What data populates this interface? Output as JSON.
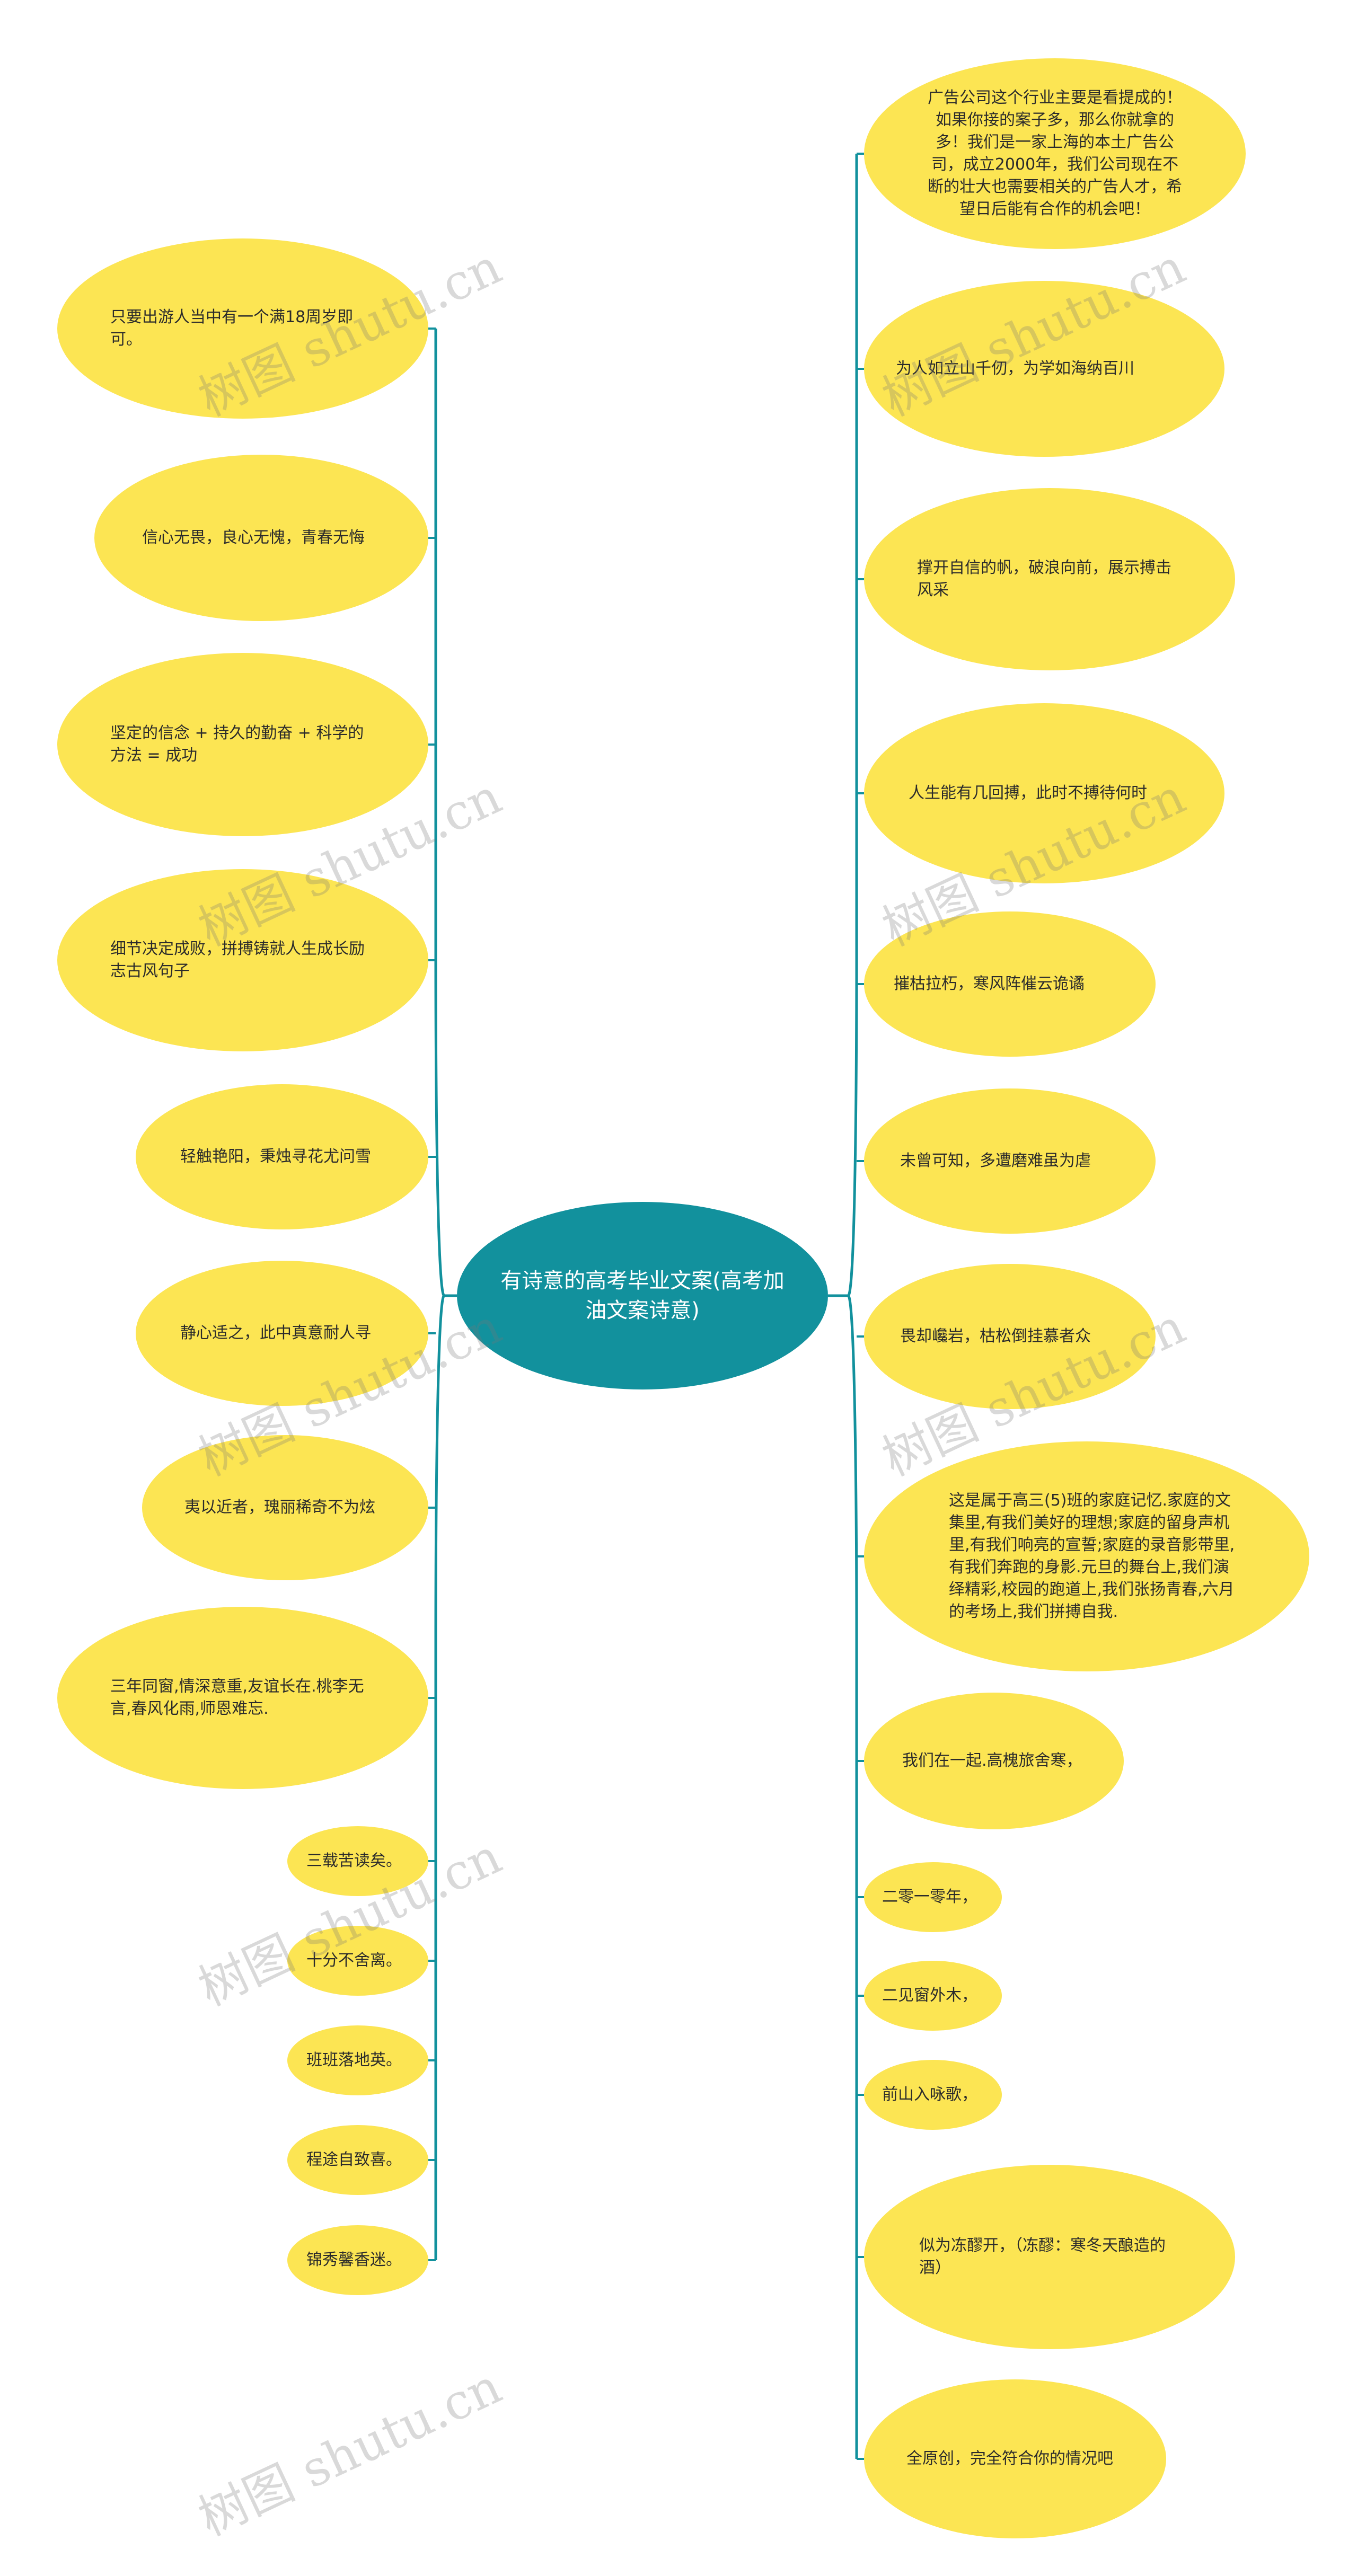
{
  "root": {
    "label": "有诗意的高考毕业文案(高考加油文案诗意)"
  },
  "colors": {
    "node_fill": "#fce553",
    "root_fill": "#12919d",
    "connector": "#12919d"
  },
  "left_nodes": [
    "只要出游人当中有一个满18周岁即可。",
    "信心无畏，良心无愧，青春无悔",
    "坚定的信念 + 持久的勤奋 + 科学的方法 = 成功",
    "细节决定成败，拼搏铸就人生成长励志古风句子",
    "轻触艳阳，秉烛寻花尤问雪",
    "静心适之，此中真意耐人寻",
    "夷以近者，瑰丽稀奇不为炫",
    "三年同窗,情深意重,友谊长在.桃李无言,春风化雨,师恩难忘.",
    "三载苦读矣。",
    "十分不舍离。",
    "班班落地英。",
    "程途自致喜。",
    "锦秀馨香迷。"
  ],
  "right_nodes": [
    "广告公司这个行业主要是看提成的！如果你接的案子多，那么你就拿的多！我们是一家上海的本土广告公司，成立2000年，我们公司现在不断的壮大也需要相关的广告人才，希望日后能有合作的机会吧！",
    "为人如立山千仞，为学如海纳百川",
    "撑开自信的帆，破浪向前，展示搏击风采",
    "人生能有几回搏，此时不搏待何时",
    "摧枯拉朽，寒风阵催云诡谲",
    "未曾可知，多遭磨难虽为虐",
    "畏却巉岩，枯松倒挂慕者众",
    "这是属于高三(5)班的家庭记忆.家庭的文集里,有我们美好的理想;家庭的留身声机里,有我们响亮的宣誓;家庭的录音影带里,有我们奔跑的身影.元旦的舞台上,我们演绎精彩,校园的跑道上,我们张扬青春,六月的考场上,我们拼搏自我.",
    "我们在一起.高槐旅舍寒，",
    "二零一零年，",
    "二见窗外木，",
    "前山入咏歌，",
    "似为冻醪开，（冻醪：寒冬天酿造的酒）",
    "全原创，完全符合你的情况吧"
  ],
  "watermarks": [
    "树图 shutu.cn",
    "树图 shutu.cn",
    "树图 shutu.cn",
    "树图 shutu.cn",
    "树图 shutu.cn",
    "树图 shutu.cn",
    "树图 shutu.cn",
    "树图 shutu.cn"
  ]
}
